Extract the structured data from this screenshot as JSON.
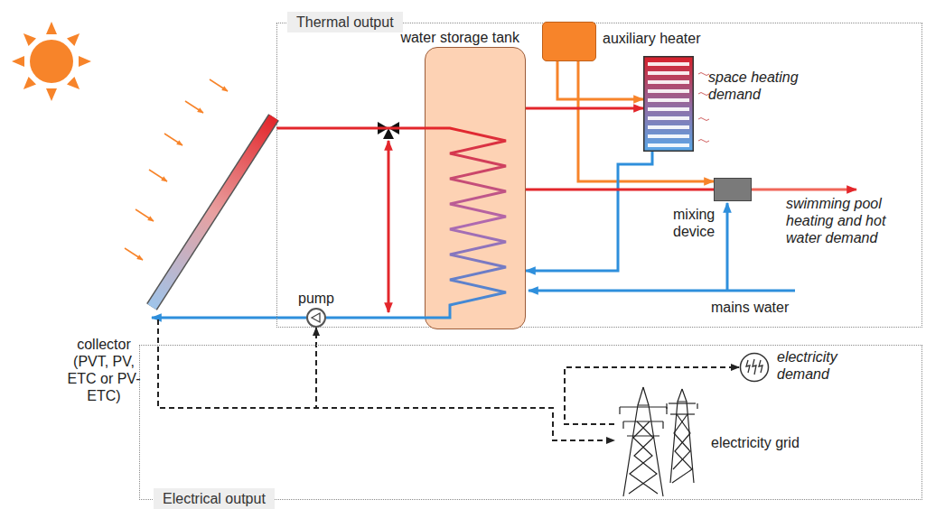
{
  "diagram": {
    "nodes": [
      {
        "text": [
          "Thermal output"
        ]
      },
      {
        "text": [
          "auxiliary heater"
        ],
        "in": 0
      },
      {
        "text": [
          "water storage tank"
        ],
        "in": 0
      },
      {
        "text": [
          "space heating demand"
        ],
        "in": 0
      },
      {
        "text": [
          "mixing device"
        ],
        "in": 0
      },
      {
        "text": [
          "pump"
        ],
        "in": 0
      },
      {
        "text": [
          "collector (PVT, PV, ETC or PV-ETC)"
        ]
      },
      {
        "text": [
          "Electrical output"
        ]
      },
      {
        "text": [
          "electricity demand"
        ],
        "in": 7
      },
      {
        "text": [
          "electricity grid"
        ],
        "in": 7
      }
    ],
    "edges": [
      {
        "from": 6,
        "to": 2,
        "arrow": "none"
      },
      {
        "from": 2,
        "to": 5,
        "arrow": "none"
      },
      {
        "from": 5,
        "to": 6,
        "arrow": "to"
      },
      {
        "from": 1,
        "to": 3,
        "arrow": "to"
      },
      {
        "from": 1,
        "to": 4,
        "arrow": "to"
      },
      {
        "from": 2,
        "to": 3,
        "arrow": "to"
      },
      {
        "from": 3,
        "to": 2,
        "arrow": "to"
      },
      {
        "from": 2,
        "to": 4,
        "arrow": "none"
      },
      {
        "from": 6,
        "to": 5,
        "arrow": "to"
      },
      {
        "from": 6,
        "to": 9,
        "arrow": "to"
      },
      {
        "from": 9,
        "to": 8,
        "arrow": "to"
      }
    ],
    "labels": [
      "swimming pool heating and hot water demand",
      "mains water"
    ]
  }
}
